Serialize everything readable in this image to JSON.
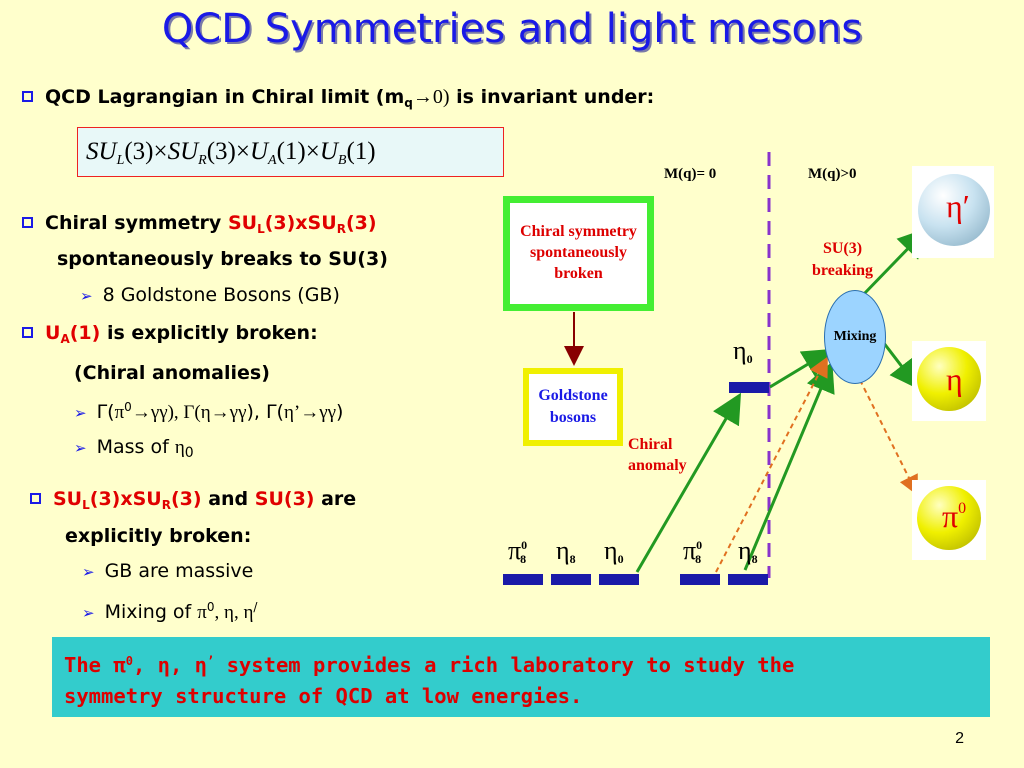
{
  "slide": {
    "title": "QCD Symmetries and light mesons",
    "page_number": "2",
    "bullet1": {
      "text_a": "QCD Lagrangian in Chiral limit (m",
      "sub_q": "q",
      "arrow_zero": "→0)",
      "text_b": " is invariant under:"
    },
    "equation": {
      "p1": "SU",
      "s1": "L",
      "p2": "(3)×",
      "p3": "SU",
      "s2": "R",
      "p4": "(3)×",
      "p5": "U",
      "s3": "A",
      "p6": "(1)×",
      "p7": "U",
      "s4": "B",
      "p8": "(1)"
    },
    "bullet2": {
      "text_a": "Chiral symmetry ",
      "red_a": "SU",
      "red_sub_l": "L",
      "red_b": "(3)xSU",
      "red_sub_r": "R",
      "red_c": "(3)",
      "line2": "spontaneously breaks to SU(3)",
      "sub_item": "8 Goldstone Bosons (GB)"
    },
    "bullet3": {
      "red_u": "U",
      "red_sub_a": "A",
      "red_one": "(1)",
      "text": " is explicitly broken:",
      "line2": "(Chiral anomalies)",
      "sub1_a": "Γ(",
      "sub1_pi": "π",
      "sub1_zero": "0",
      "sub1_b": "→γγ), Γ(",
      "sub1_eta": "η→γγ",
      "sub1_c": "), Γ(",
      "sub1_etap": "η’→γγ",
      "sub1_d": ")",
      "sub2_a": "Mass of ",
      "sub2_eta": "η",
      "sub2_zero": "0"
    },
    "bullet4": {
      "red_su": "SU",
      "red_sub_l": "L",
      "red_b": "(3)xSU",
      "red_sub_r": "R",
      "red_c": "(3)",
      "and": " and ",
      "red_su3": "SU(3)",
      "are": " are",
      "line2": "explicitly broken:",
      "sub1": "GB are massive",
      "sub2_a": "Mixing of ",
      "sub2_b": "π",
      "sub2_zero": "0",
      "sub2_c": ", η, η",
      "sub2_prime": "/"
    },
    "bottom_box": {
      "line1_a": "The π",
      "line1_sup": "0",
      "line1_b": ", η, η",
      "line1_prime": "’",
      "line1_c": " system provides a rich laboratory to study the",
      "line2": "symmetry structure of QCD at low energies."
    }
  },
  "diagram": {
    "mq_zero": "M(q)= 0",
    "mq_pos": "M(q)>0",
    "chiral_box": [
      "Chiral symmetry",
      "spontaneously",
      "broken"
    ],
    "goldstone_box": [
      "Goldstone",
      "bosons"
    ],
    "chiral_anomaly": [
      "Chiral",
      "anomaly"
    ],
    "su3_breaking": [
      "SU(3)",
      "breaking"
    ],
    "mixing": "Mixing",
    "eta0_label": "η",
    "eta0_sub": "0",
    "bottom_levels": [
      {
        "sym": "π",
        "sup": "0",
        "sub": "8"
      },
      {
        "sym": "η",
        "sub": "8"
      },
      {
        "sym": "η",
        "sub": "0"
      },
      {
        "sym": "π",
        "sup": "0",
        "sub": "8"
      },
      {
        "sym": "η",
        "sub": "8"
      }
    ],
    "balls": [
      {
        "label": "η′",
        "color": "#c8e2f0"
      },
      {
        "label": "η",
        "color": "#f0f000"
      },
      {
        "label": "π",
        "sup": "0",
        "color": "#f0f000"
      }
    ],
    "colors": {
      "dashed_line": "#8833cc",
      "arrow_green": "#229922",
      "arrow_orange": "#e07020",
      "mixing_fill": "#9cd4ff"
    }
  }
}
